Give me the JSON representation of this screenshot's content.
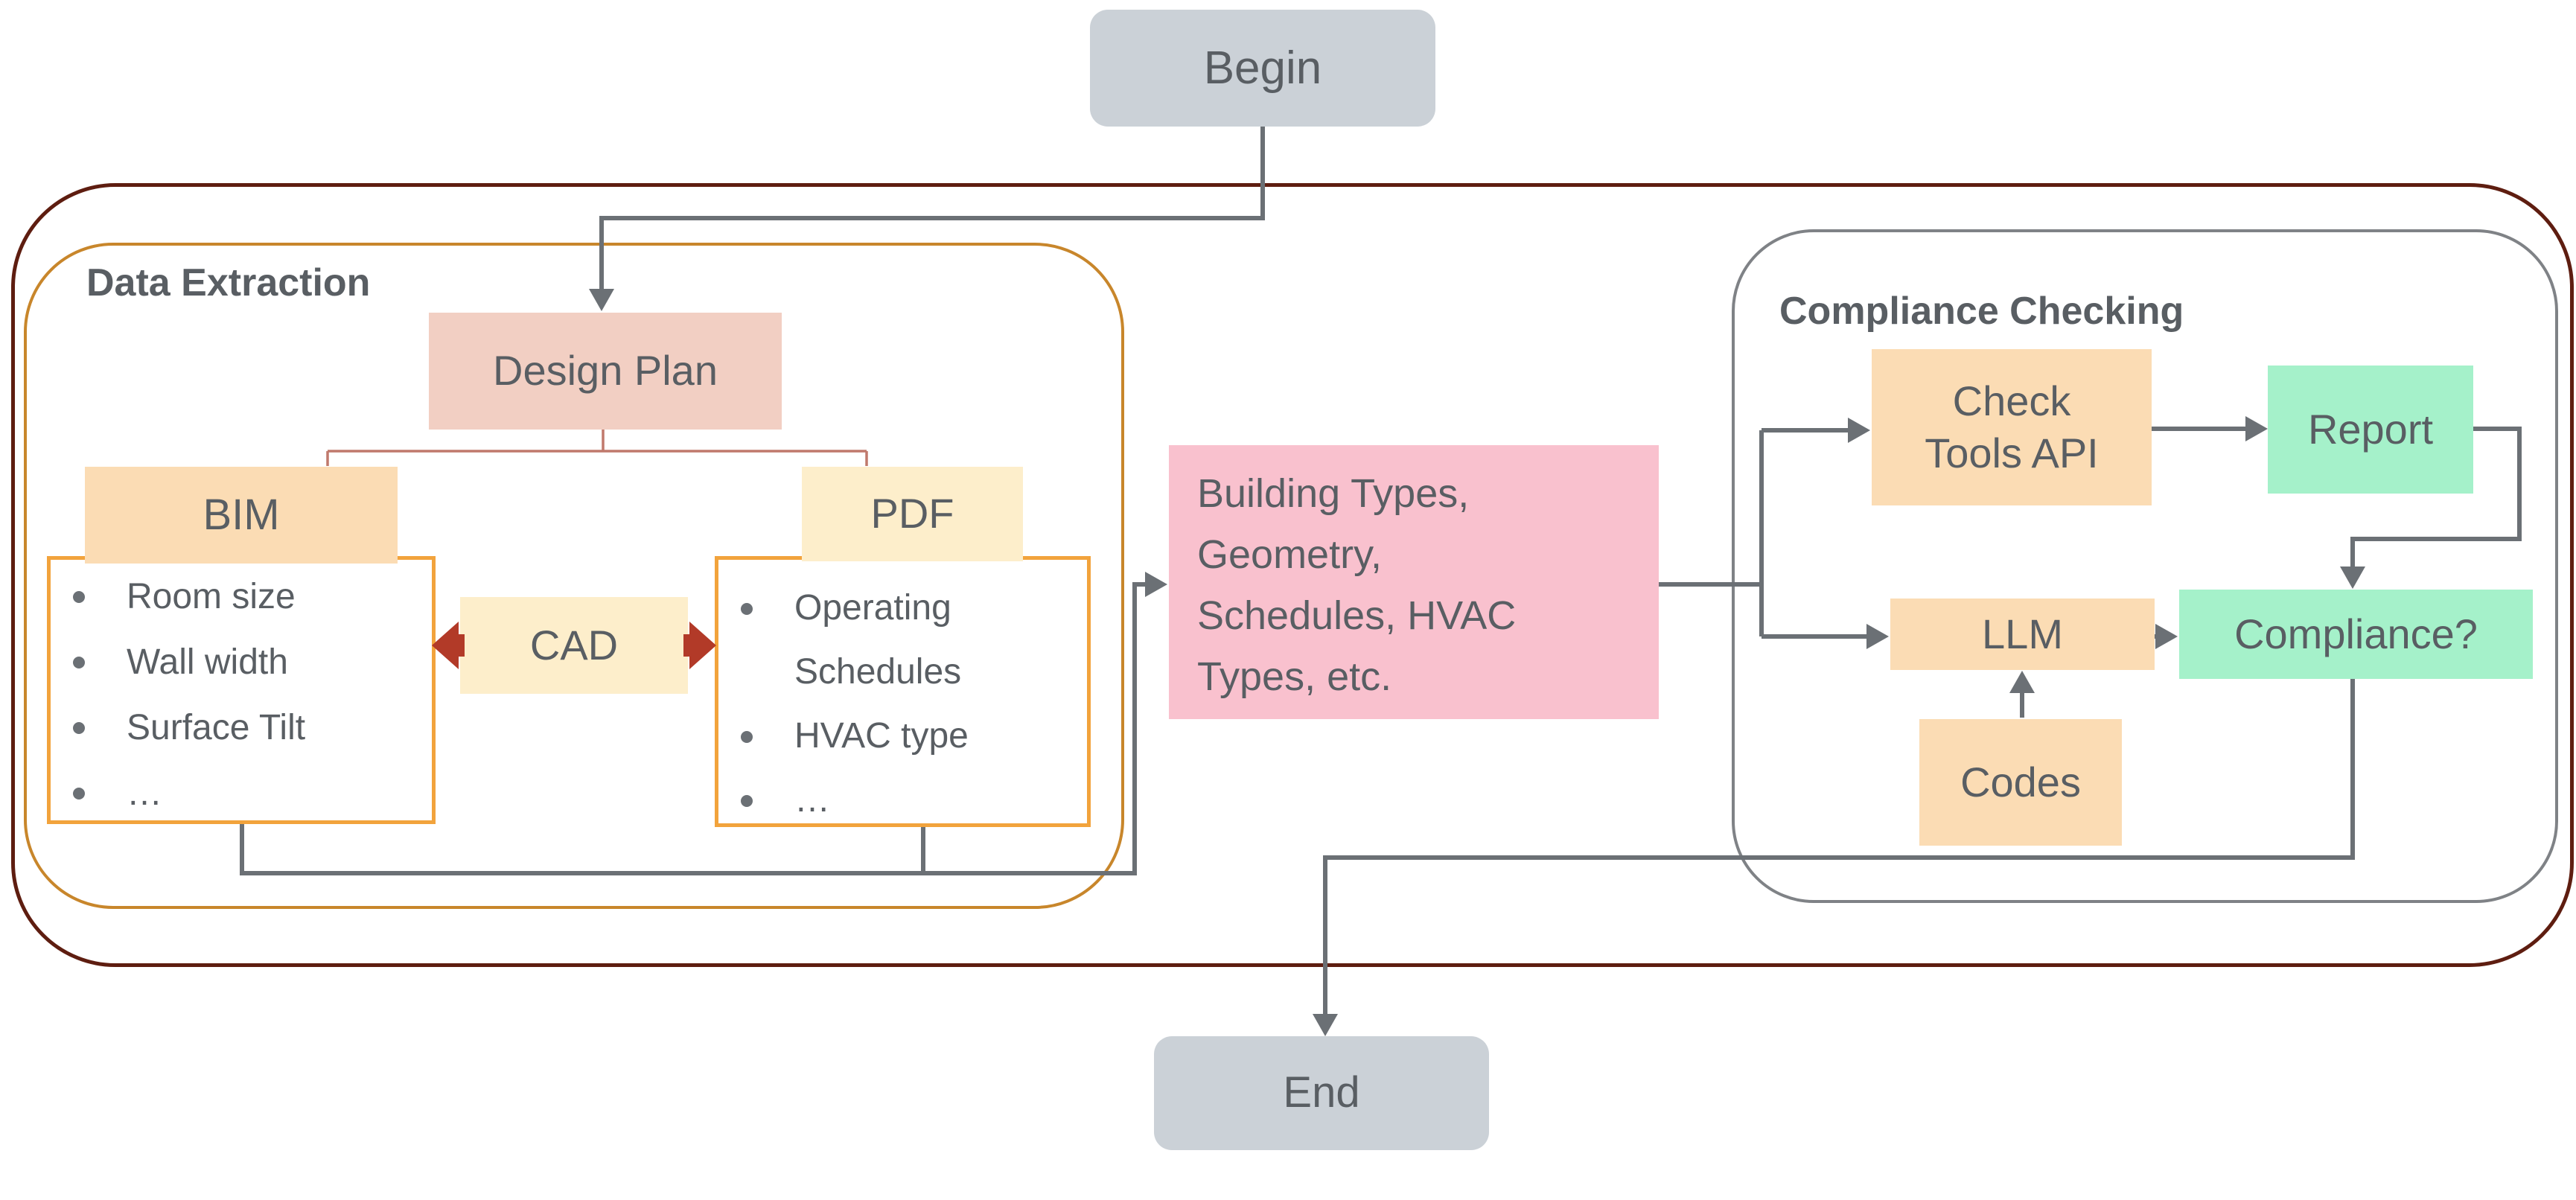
{
  "begin": {
    "label": "Begin"
  },
  "end": {
    "label": "End"
  },
  "data_extraction": {
    "title": "Data Extraction",
    "design_plan": {
      "label": "Design Plan"
    },
    "bim": {
      "label": "BIM",
      "items": [
        "Room size",
        "Wall width",
        "Surface Tilt",
        "…"
      ]
    },
    "cad": {
      "label": "CAD"
    },
    "pdf": {
      "label": "PDF",
      "items": [
        "Operating Schedules",
        "HVAC type",
        "…"
      ]
    }
  },
  "building_info": {
    "lines": [
      "Building Types,",
      "Geometry,",
      "Schedules, HVAC",
      "Types, etc."
    ]
  },
  "compliance": {
    "title": "Compliance Checking",
    "check_tools_api": {
      "lines": [
        "Check",
        "Tools API"
      ]
    },
    "report": {
      "label": "Report"
    },
    "llm": {
      "label": "LLM"
    },
    "compliance_q": {
      "label": "Compliance?"
    },
    "codes": {
      "label": "Codes"
    }
  },
  "colors": {
    "node-gray": "#cbd1d7",
    "salmon": "#f2cfc3",
    "peach": "#fbdcb4",
    "cream": "#fdeecb",
    "pink": "#f9c1ce",
    "green": "#a5f1ca",
    "text": "#595e63",
    "line": "#6b7075",
    "branch": "#c0796c",
    "red-arrow": "#b23a28",
    "outer-border": "#5e1d10",
    "inner-orange-border": "#c8862b",
    "box-orange-border": "#f2a33c",
    "comp-border": "#7f8286"
  }
}
